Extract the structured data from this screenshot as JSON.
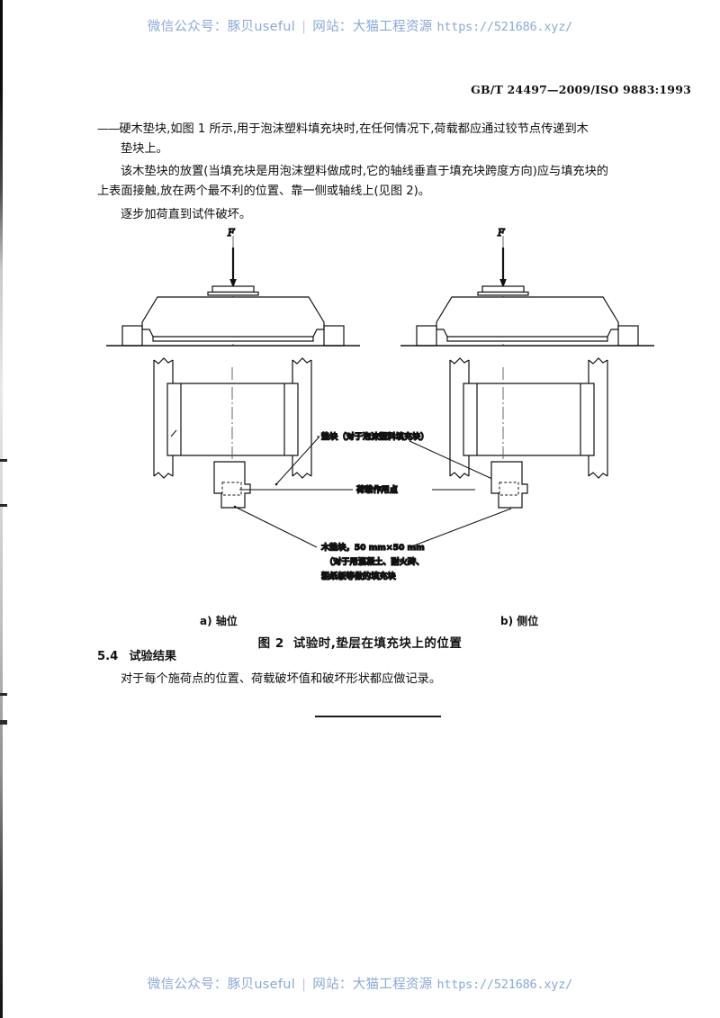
{
  "page": {
    "running_head": "GB/T 24497—2009/ISO 9883:1993"
  },
  "watermark": {
    "wechat_label": "微信公众号：",
    "wechat_name": "豚贝useful",
    "separator": "|",
    "site_label": "网站：",
    "site_name": "大猫工程资源",
    "url": "https://521686.xyz/"
  },
  "body": {
    "para_dash_mark": "——",
    "para_dash_line1": "硬木垫块,如图 1 所示,用于泡沫塑料填充块时,在任何情况下,荷载都应通过铰节点传递到木",
    "para_dash_line2": "垫块上。",
    "para_2_line1": "该木垫块的放置(当填充块是用泡沫塑料做成时,它的轴线垂直于填充块跨度方向)应与填充块的",
    "para_2_line2": "上表面接触,放在两个最不利的位置、靠一侧或轴线上(见图 2)。",
    "para_3": "逐步加荷直到试件破坏。"
  },
  "figure": {
    "load_symbol": "F",
    "label_pad": "垫块（对于泡沫塑料填充块）",
    "label_load_point": "荷载作用点",
    "label_wood_line1": "木垫块，50 mm×50 mm",
    "label_wood_line2": "（对于用混凝土、耐火砖、",
    "label_wood_line3": "粗纸板等做的填充块",
    "subcaption_a": "a) 轴位",
    "subcaption_b": "b) 侧位",
    "caption_number": "图 2",
    "caption_text": "试验时,垫层在填充块上的位置"
  },
  "section": {
    "number": "5.4",
    "title": "试验结果",
    "text": "对于每个施荷点的位置、荷载破坏值和破坏形状都应做记录。"
  },
  "colors": {
    "ink": "#111111",
    "watermark_blue": "#8aa9d6",
    "paper": "#ffffff"
  }
}
